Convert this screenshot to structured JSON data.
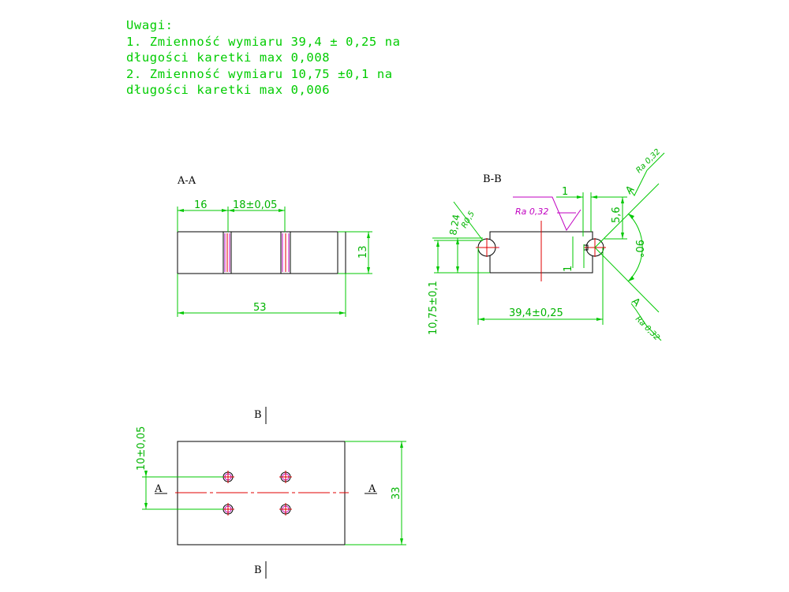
{
  "notes": {
    "heading": "Uwagi:",
    "line1": "1. Zmienność wymiaru 39,4 ± 0,25 na",
    "line2": "długości karetki max 0,008",
    "line3": "2. Zmienność wymiaru 10,75 ±0,1 na",
    "line4": "długości karetki max 0,006"
  },
  "views": {
    "section_aa": {
      "title": "A-A",
      "dim_16": "16",
      "dim_18": "18±0,05",
      "dim_13": "13",
      "dim_53": "53"
    },
    "section_bb": {
      "title": "B-B",
      "dim_1_top": "1",
      "dim_1_side": "1",
      "dim_56": "5,6",
      "dim_824": "8,24",
      "dim_r05": "R0,5",
      "dim_1075": "10,75±0,1",
      "dim_394": "39,4±0,25",
      "dim_90": "90°",
      "rough_1": "Ra 0,32",
      "rough_2": "Ra 0,32",
      "rough_3": "Ra 0,32",
      "cut_a_top": "A",
      "cut_a_bottom": "A"
    },
    "plan": {
      "label_b_top": "B",
      "label_b_bottom": "B",
      "label_a_left": "A",
      "label_a_right": "A",
      "dim_10": "10±0,05",
      "dim_33": "33"
    }
  },
  "colors": {
    "dimension": "#00c800",
    "outline": "#000000",
    "centerline": "#e00000",
    "roughness": "#c000c0"
  }
}
